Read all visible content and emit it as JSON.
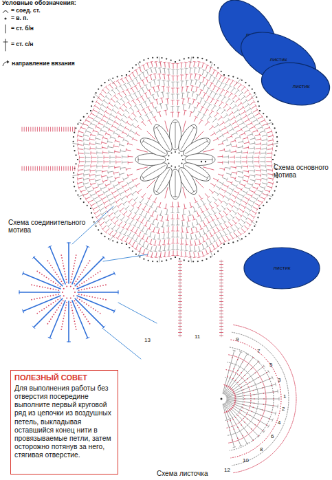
{
  "diagram": {
    "nodes": [
      {
        "text": [
          "листик"
        ]
      },
      {
        "text": [
          "листик"
        ]
      },
      {
        "text": [
          "листик"
        ]
      },
      {
        "text": [
          "листик"
        ]
      },
      {
        "text": [
          "ПОЛЕЗНЫЙ СОВЕТ",
          "Для выполнения работы без отверстия посередине выполните первый круговой ряд из цепочки из воздушных петель, выкладывая оставшийся конец нити в провязываемые петли, затем осторожно потянув за него, стягивая отверстие."
        ]
      }
    ],
    "labels": [
      "Условные обозначения:",
      "Схема основного мотива",
      "Схема соединительного мотива",
      "Схема листочка",
      "13",
      "11",
      "9",
      "7",
      "5",
      "3",
      "1",
      "2",
      "4",
      "6",
      "8",
      "10",
      "12"
    ],
    "legend": [
      {
        "text": "= соед. ст."
      },
      {
        "text": "= в. п."
      },
      {
        "text": "= ст. б/н"
      },
      {
        "text": "= ст. с/н"
      },
      {
        "text": "направление вязания"
      }
    ]
  }
}
